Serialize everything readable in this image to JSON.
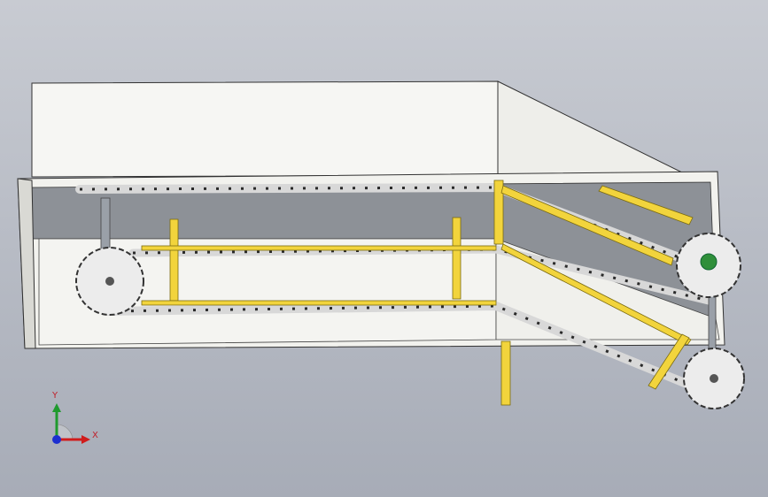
{
  "triad": {
    "x_label": "X",
    "y_label": "Y",
    "x_color": "#d01c1c",
    "y_color": "#1f9a2e",
    "z_color": "#1c2fd0"
  },
  "colors": {
    "frame": "#f4f4f0",
    "frame_edge": "#3a3a3a",
    "inner_wall": "#8f9399",
    "chain": "#d8d8d8",
    "chain_pin": "#2a2a2a",
    "rail": "#f2d43c",
    "sprocket": "#e8e8e8",
    "shaft": "#9aa0a8",
    "bearing": "#2f8f3a"
  },
  "model": {
    "description_icon": "chain-conveyor-cad-model"
  }
}
